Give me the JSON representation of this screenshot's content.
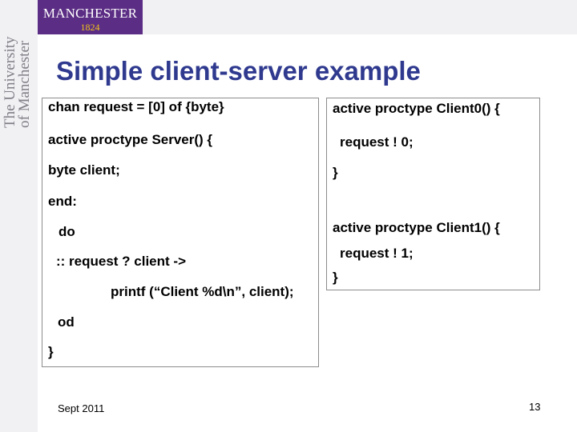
{
  "brand": {
    "logo_name": "MANCHESTER",
    "logo_year": "1824",
    "side_text_line1": "The University",
    "side_text_line2": "of Manchester",
    "colors": {
      "purple": "#5b2d84",
      "gold": "#f0c419",
      "title_blue": "#2f3a8f"
    }
  },
  "slide": {
    "title": "Simple client-server example",
    "left_code": [
      "chan request = [0] of {byte}",
      "active proctype Server() {",
      "byte client;",
      "end:",
      "do",
      ":: request ? client ->",
      "printf (“Client %d\\n”, client);",
      "od",
      "}"
    ],
    "right_code": [
      "active proctype Client0() {",
      "request ! 0;",
      "}",
      "active proctype Client1() {",
      "request ! 1;",
      "}"
    ]
  },
  "footer": {
    "date": "Sept 2011",
    "page_number": "13"
  }
}
